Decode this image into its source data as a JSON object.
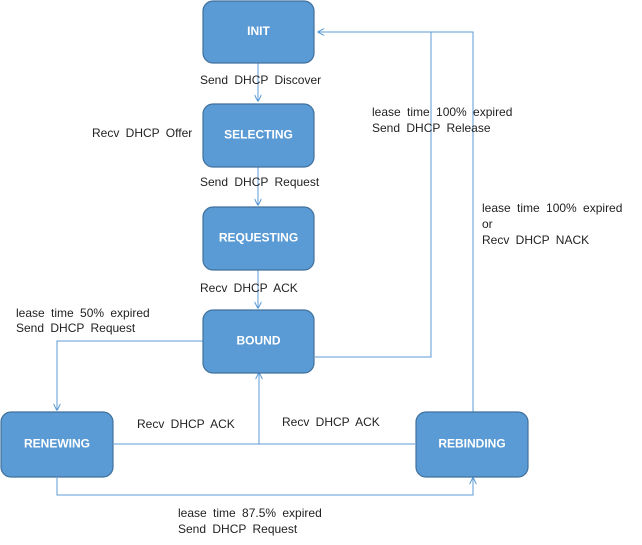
{
  "colors": {
    "node_fill": "#5b9bd5",
    "node_stroke": "#41719c",
    "edge": "#5b9bd5",
    "text": "#222222"
  },
  "nodes": {
    "init": "INIT",
    "selecting": "SELECTING",
    "requesting": "REQUESTING",
    "bound": "BOUND",
    "renewing": "RENEWING",
    "rebinding": "REBINDING"
  },
  "edges": {
    "send_discover": "Send DHCP Discover",
    "recv_offer": "Recv DHCP Offer",
    "send_request": "Send DHCP Request",
    "recv_ack_bound": "Recv DHCP ACK",
    "bound_to_renewing_l1": "lease time 50% expired",
    "bound_to_renewing_l2": "Send DHCP Request",
    "bound_to_init_l1": "lease time 100% expired",
    "bound_to_init_l2": "Send DHCP Release",
    "rebinding_to_init_l1": "lease time 100% expired",
    "rebinding_to_init_l2": "or",
    "rebinding_to_init_l3": "Recv DHCP NACK",
    "renewing_recv_ack": "Recv DHCP ACK",
    "rebinding_recv_ack": "Recv DHCP ACK",
    "renewing_to_rebinding_l1": "lease time 87.5% expired",
    "renewing_to_rebinding_l2": "Send DHCP Request"
  }
}
